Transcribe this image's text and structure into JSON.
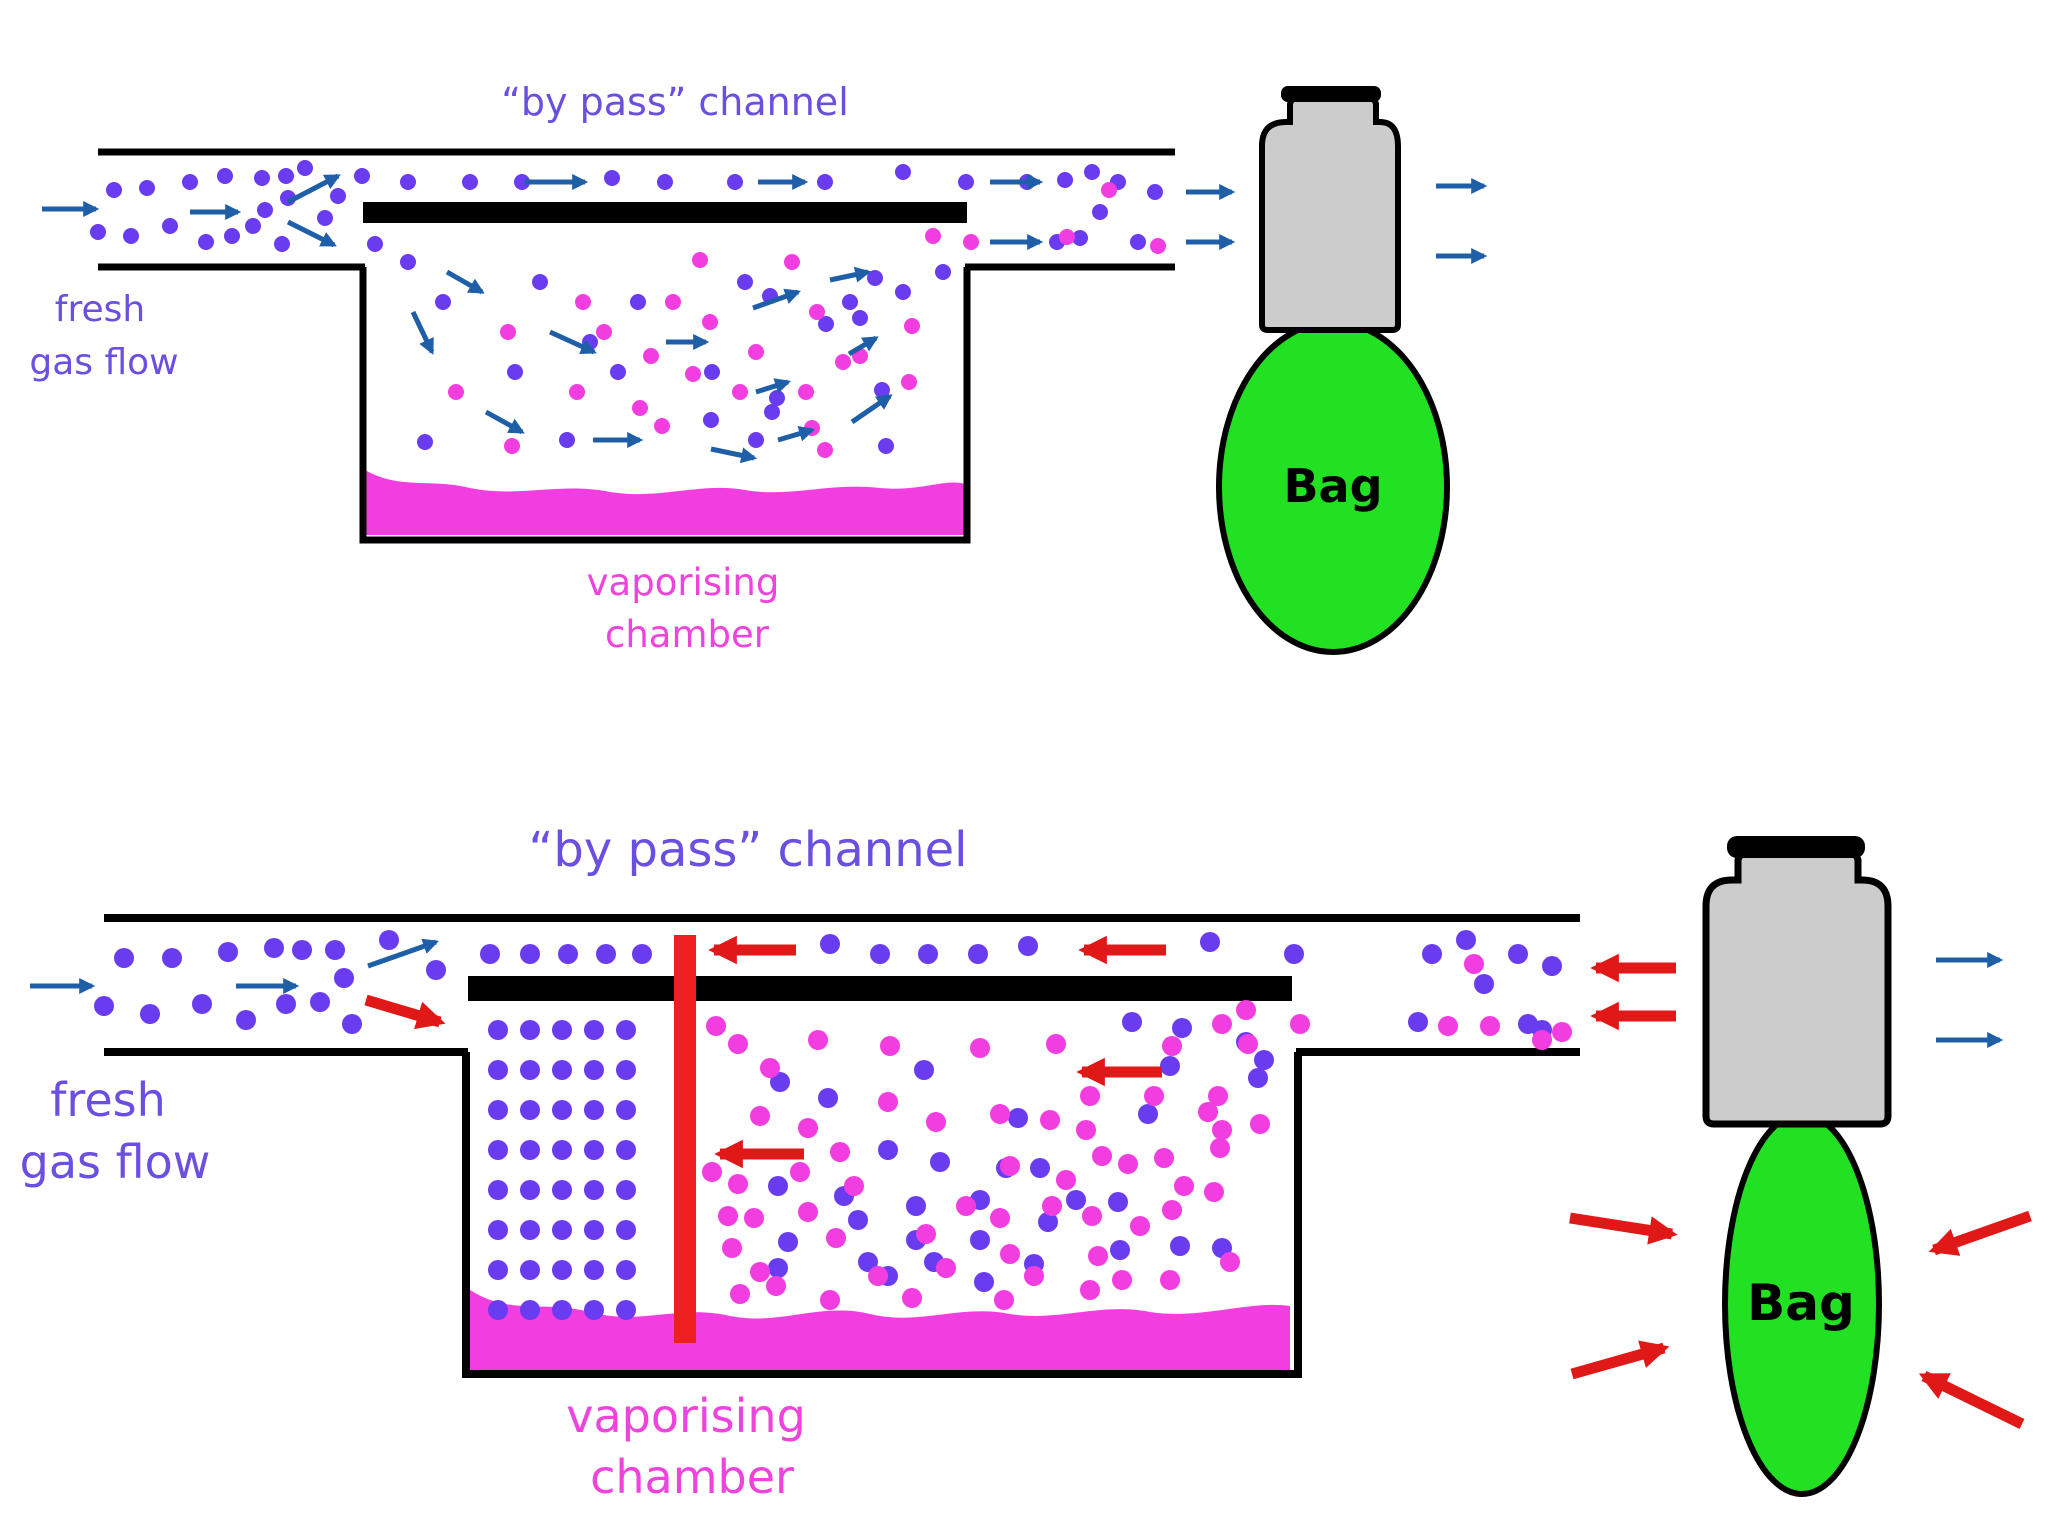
{
  "colors": {
    "outline": "#000000",
    "gas_dot": "#6a3cf0",
    "agent_dot": "#f23ee0",
    "liquid": "#f23ee0",
    "flow_arrow": "#1f5fa8",
    "reverse_arrow": "#e01818",
    "bag": "#22e022",
    "neck": "#cccccc",
    "label_blue": "#6a4fe0",
    "label_pink": "#ee44dd"
  },
  "panels": [
    {
      "bypass_label": "“by pass” channel",
      "fresh_gas_label": [
        "fresh",
        "gas flow"
      ],
      "chamber_label": [
        "vaporising",
        "chamber"
      ],
      "bag_label": "Bag",
      "state": "normal"
    },
    {
      "bypass_label": "“by pass” channel",
      "fresh_gas_label": [
        "fresh",
        "gas flow"
      ],
      "chamber_label": [
        "vaporising",
        "chamber"
      ],
      "bag_label": "Bag",
      "state": "back-pressure"
    }
  ]
}
